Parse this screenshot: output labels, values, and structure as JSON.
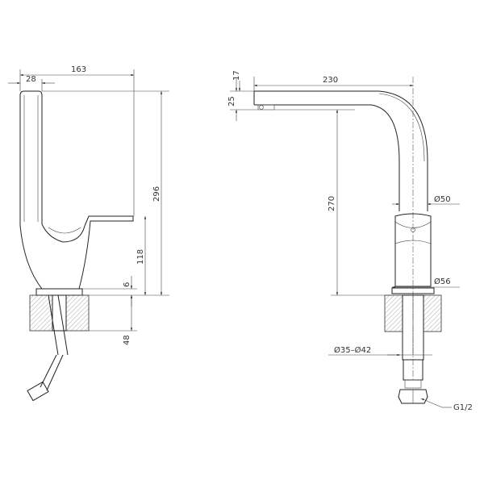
{
  "drawing": {
    "side_view": {
      "width_overall": "163",
      "handle_width": "28",
      "height_overall": "296",
      "body_height": "118",
      "base_plate": "6",
      "mount_depth": "48"
    },
    "front_view": {
      "spout_tip": "17",
      "spout_height": "25",
      "spout_reach": "230",
      "spout_clearance": "270",
      "tube_diameter": "Ø50",
      "body_diameter": "Ø56",
      "hole_diameter": "Ø35–Ø42",
      "thread": "G1/2"
    }
  }
}
